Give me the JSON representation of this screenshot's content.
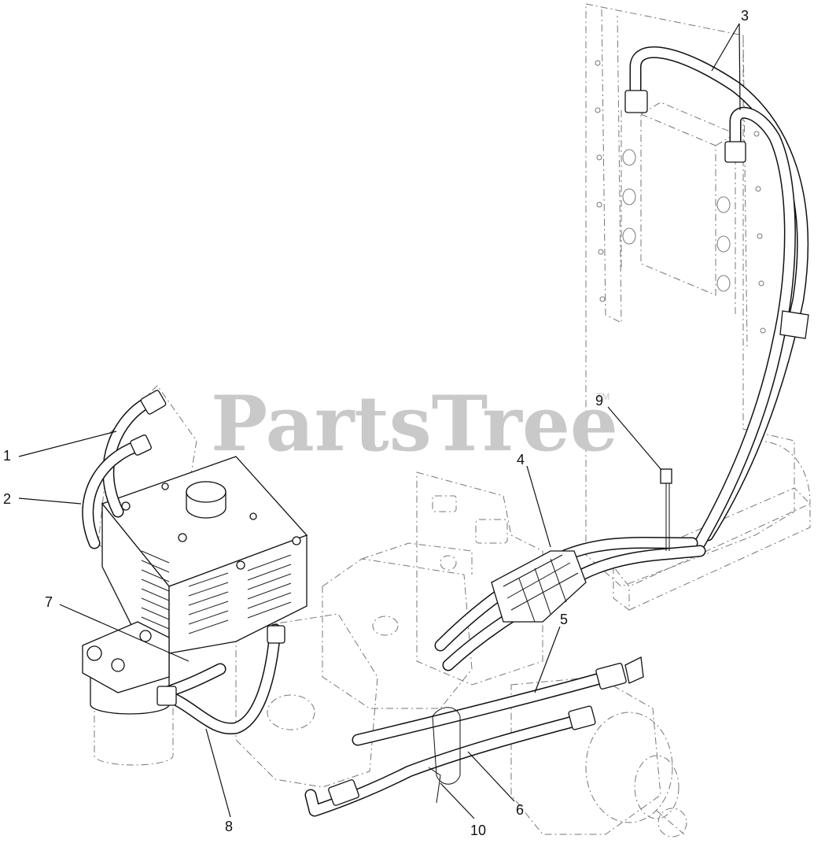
{
  "watermark": {
    "text": "PartsTree",
    "trademark": "TM"
  },
  "callouts": [
    {
      "id": "c1",
      "label": "1"
    },
    {
      "id": "c2",
      "label": "2"
    },
    {
      "id": "c3",
      "label": "3"
    },
    {
      "id": "c4",
      "label": "4"
    },
    {
      "id": "c5",
      "label": "5"
    },
    {
      "id": "c6",
      "label": "6"
    },
    {
      "id": "c7",
      "label": "7"
    },
    {
      "id": "c8",
      "label": "8"
    },
    {
      "id": "c9",
      "label": "9"
    },
    {
      "id": "c10",
      "label": "10"
    }
  ]
}
